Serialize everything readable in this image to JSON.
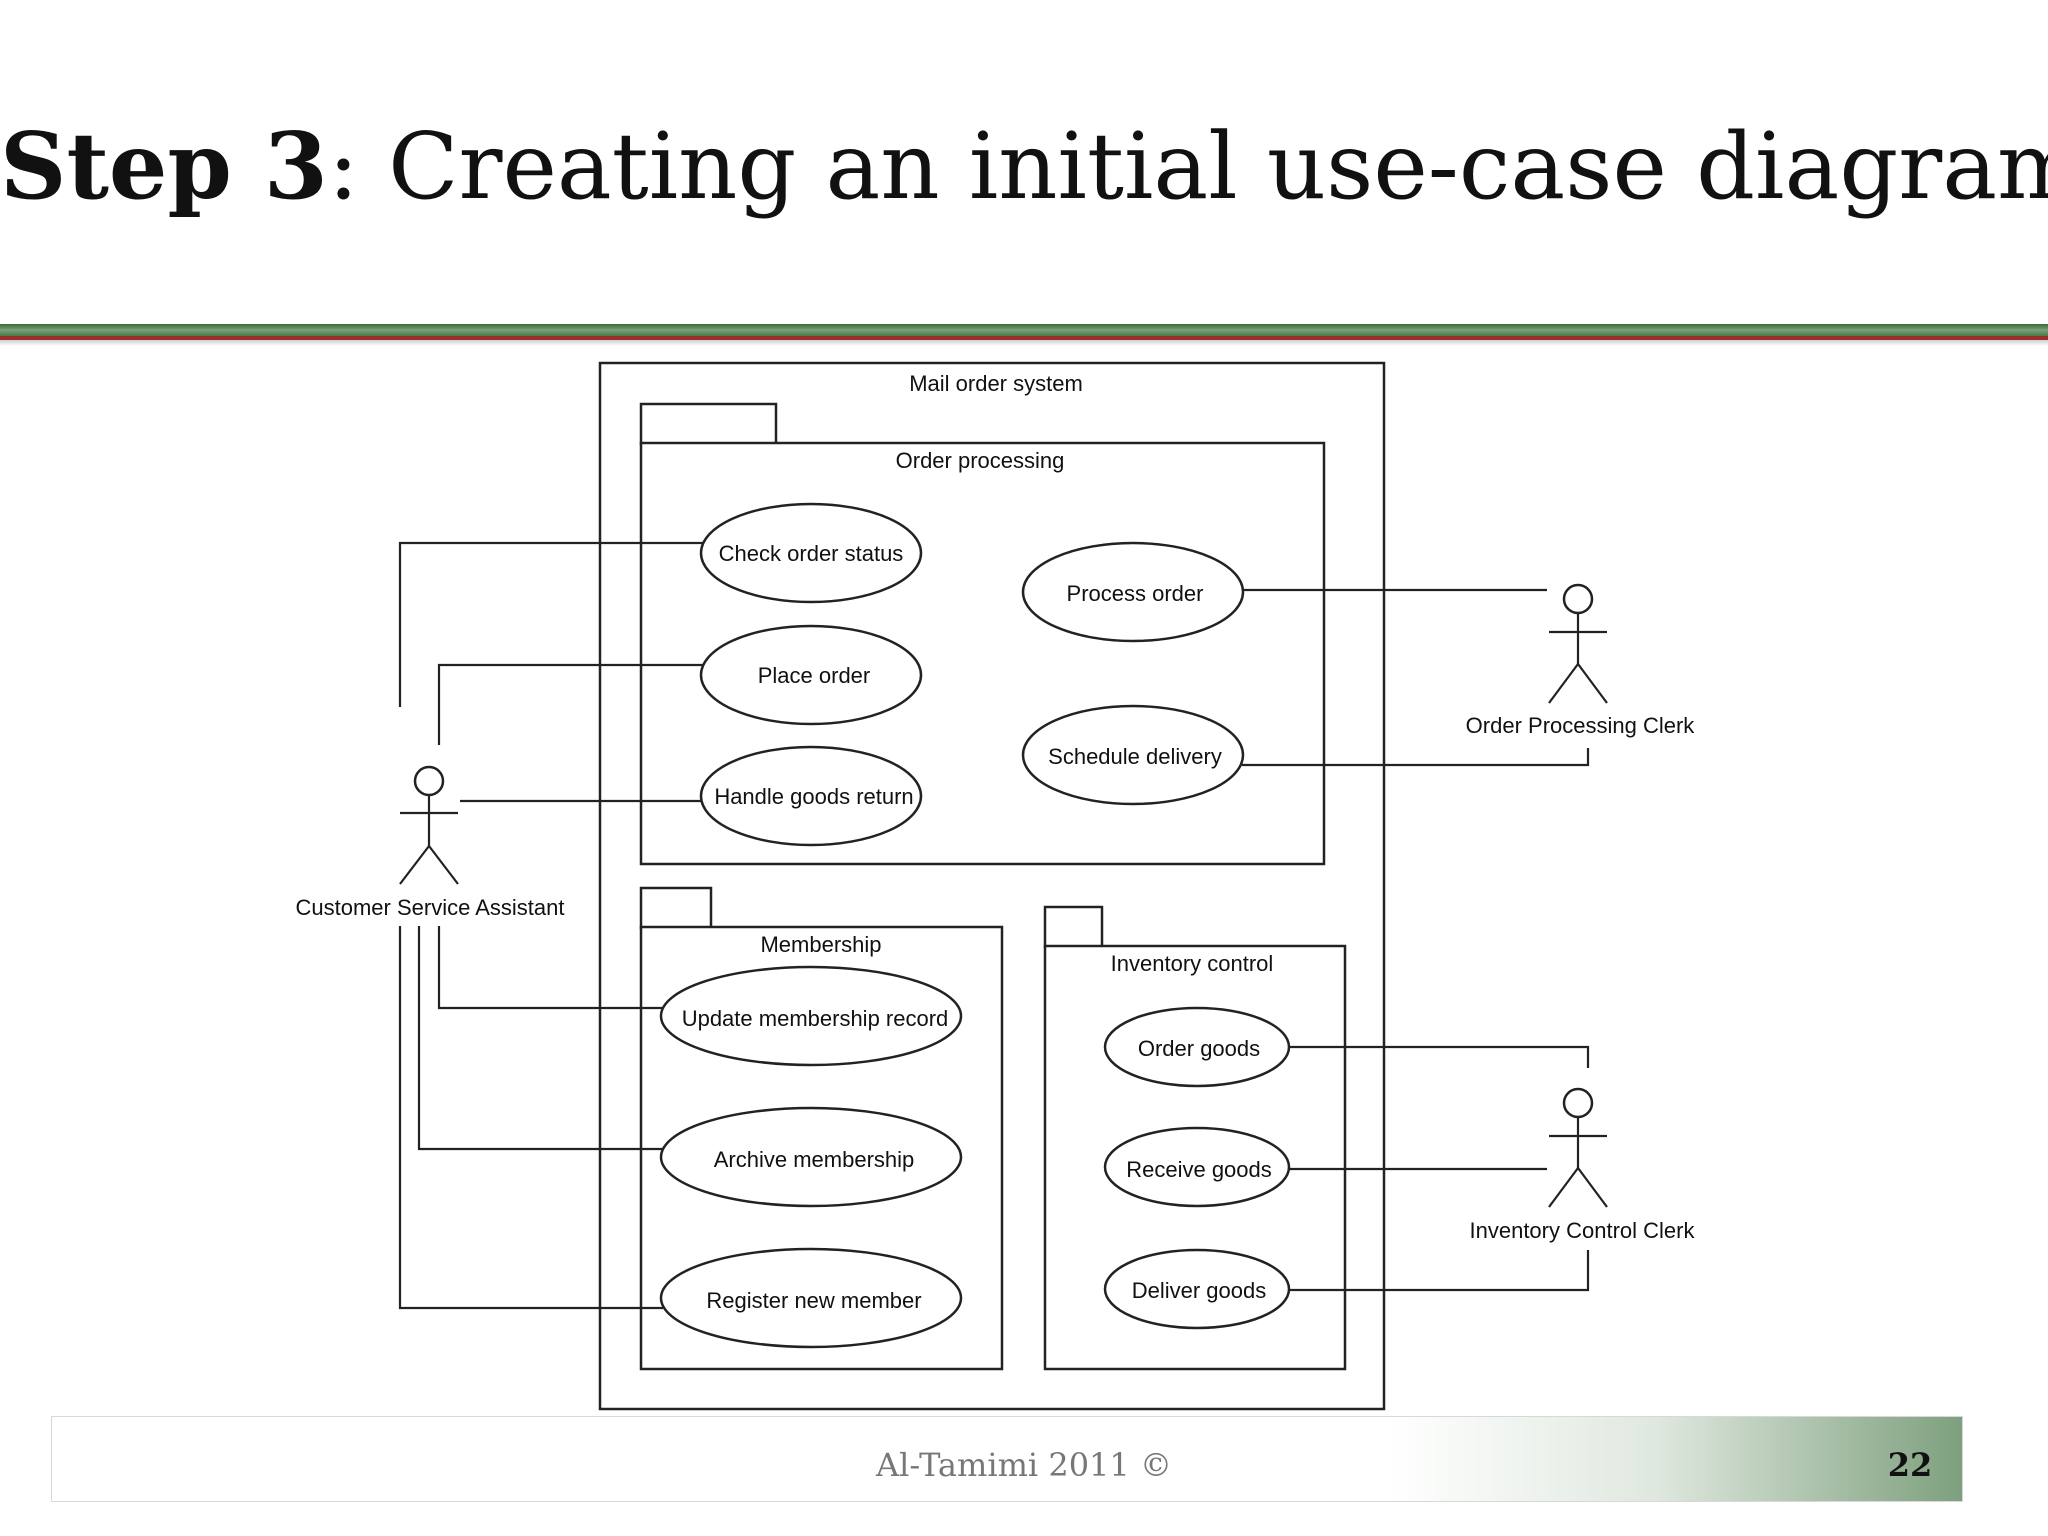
{
  "slide": {
    "title_bold": "Step 3",
    "title_rest": ": Creating an initial use-case diagram",
    "footer": "Al-Tamimi 2011 ©",
    "page_number": "22"
  },
  "diagram": {
    "system_name": "Mail order system",
    "packages": {
      "order_processing": "Order processing",
      "membership": "Membership",
      "inventory_control": "Inventory control"
    },
    "use_cases": {
      "check_order_status": "Check order status",
      "place_order": "Place order",
      "handle_goods_return": "Handle goods return",
      "process_order": "Process order",
      "schedule_delivery": "Schedule delivery",
      "update_membership_record": "Update membership record",
      "archive_membership": "Archive membership",
      "register_new_member": "Register new member",
      "order_goods": "Order goods",
      "receive_goods": "Receive goods",
      "deliver_goods": "Deliver goods"
    },
    "actors": {
      "customer_service_assistant": "Customer Service Assistant",
      "order_processing_clerk": "Order Processing Clerk",
      "inventory_control_clerk": "Inventory Control Clerk"
    }
  }
}
